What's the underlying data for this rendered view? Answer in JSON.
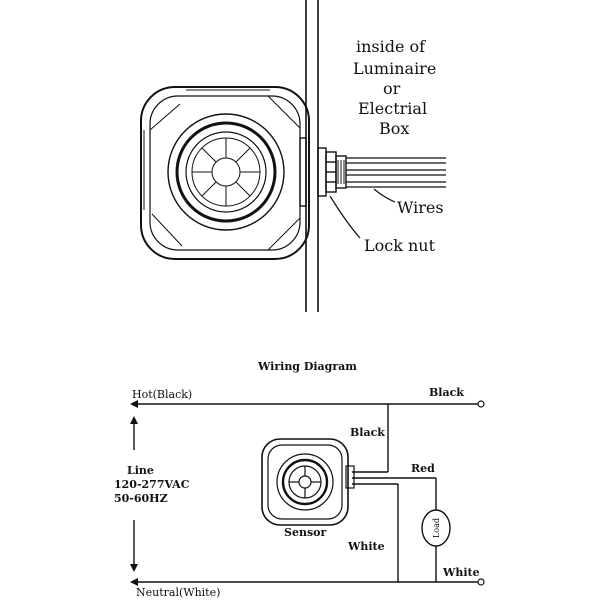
{
  "mounting": {
    "note_lines": [
      "inside of",
      "Luminaire",
      "or",
      "Electrial",
      "Box"
    ],
    "wires_label": "Wires",
    "locknut_label": "Lock nut"
  },
  "wiring": {
    "title": "Wiring Diagram",
    "hot_label": "Hot(Black)",
    "neutral_label": "Neutral(White)",
    "line_lines": [
      "Line",
      "120-277VAC",
      "50-60HZ"
    ],
    "sensor_label": "Sensor",
    "sensor_black": "Black",
    "sensor_white": "White",
    "out_black": "Black",
    "out_red": "Red",
    "out_white": "White",
    "load_label": "Load"
  }
}
